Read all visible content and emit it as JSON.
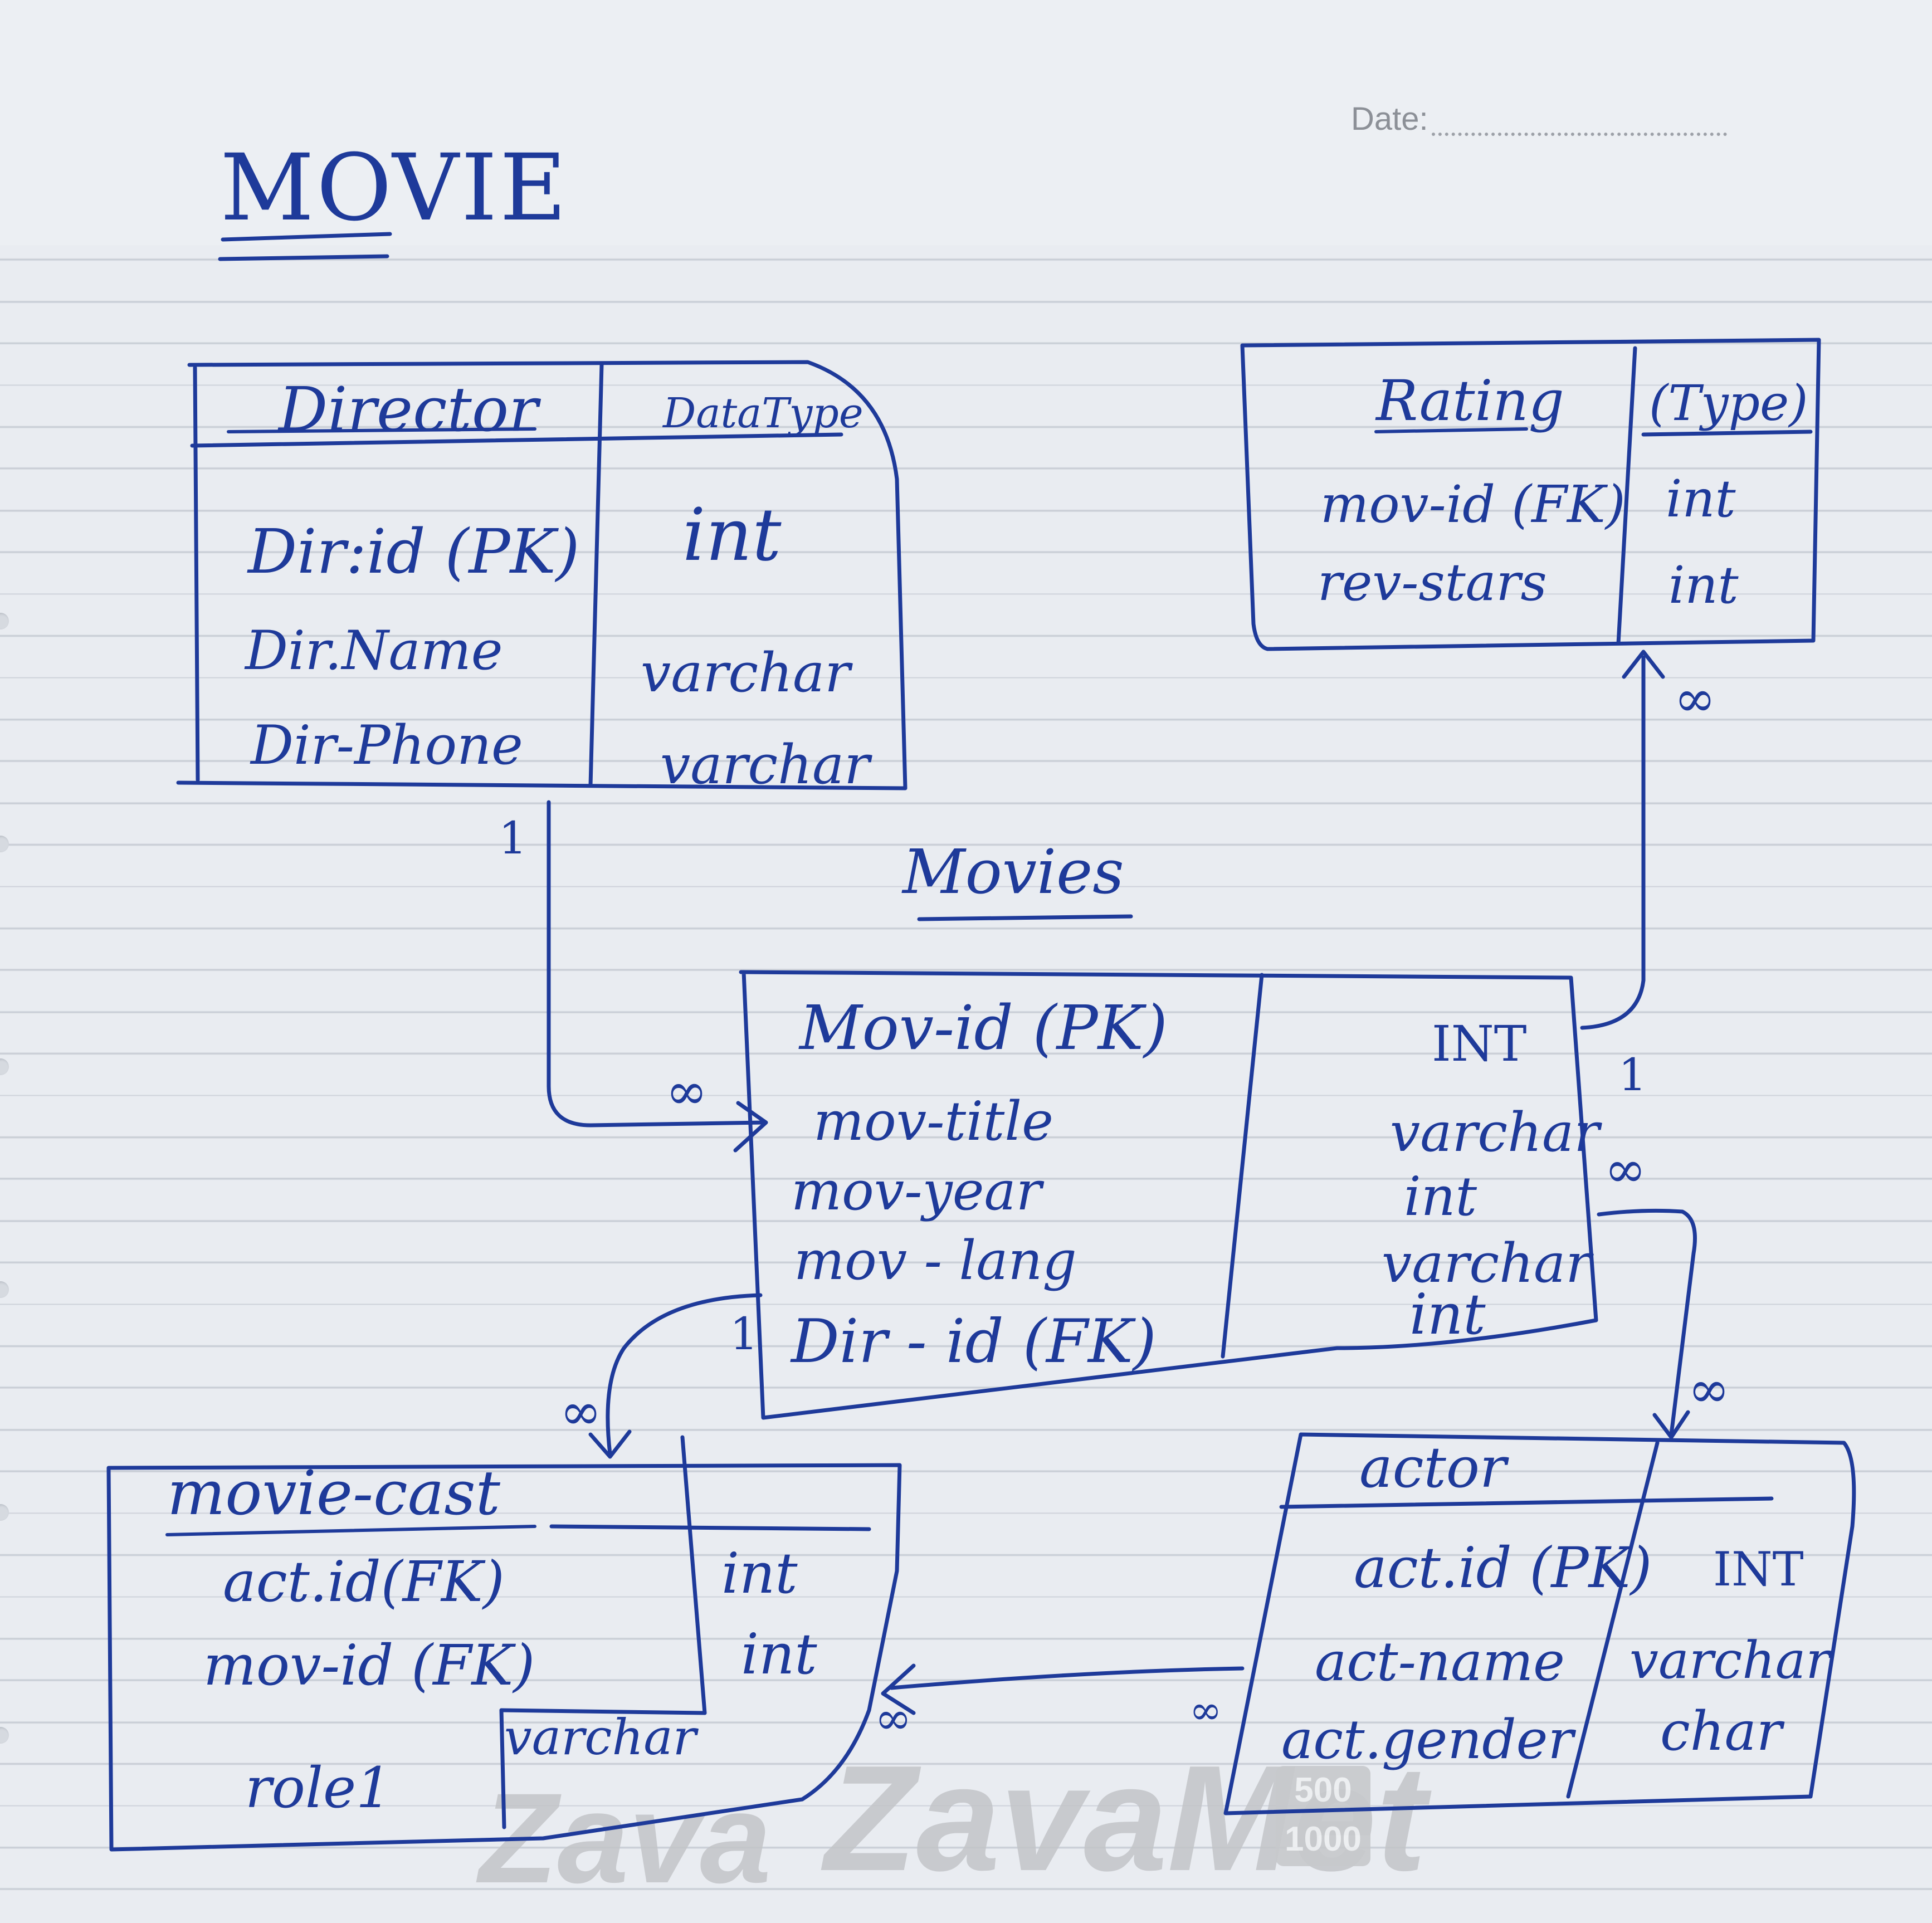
{
  "header": {
    "date_label": "Date:"
  },
  "page_title": "MOVIE",
  "director_table": {
    "title": "Director",
    "type_header": "DataType",
    "rows": [
      {
        "field": "Dir:id (PK)",
        "type": "int"
      },
      {
        "field": "Dir.Name",
        "type": "varchar"
      },
      {
        "field": "Dir-Phone",
        "type": "varchar"
      }
    ]
  },
  "rating_table": {
    "title": "Rating",
    "type_header": "(Type)",
    "rows": [
      {
        "field": "mov-id (FK)",
        "type": "int"
      },
      {
        "field": "rev-stars",
        "type": "int"
      }
    ]
  },
  "movies_table": {
    "title": "Movies",
    "rows": [
      {
        "field": "Mov-id  (PK)",
        "type": "INT"
      },
      {
        "field": "mov-title",
        "type": "varchar"
      },
      {
        "field": "mov-year",
        "type": "int"
      },
      {
        "field": "mov - lang",
        "type": "varchar"
      },
      {
        "field": "Dir - id (FK)",
        "type": "int"
      }
    ]
  },
  "movie_cast_table": {
    "title": "movie-cast",
    "rows": [
      {
        "field": "act.id(FK)",
        "type": "int"
      },
      {
        "field": "mov-id (FK)",
        "type": "int"
      },
      {
        "field": "role1",
        "type": "varchar"
      }
    ]
  },
  "actor_table": {
    "title": "actor",
    "rows": [
      {
        "field": "act.id (PK)",
        "type": "INT"
      },
      {
        "field": "act-name",
        "type": "varchar"
      },
      {
        "field": "act.gender",
        "type": "char"
      }
    ]
  },
  "relationships": {
    "director_one": "1",
    "movies_many_from_director": "∞",
    "movies_one_to_rating": "1",
    "rating_many": "∞",
    "movies_many_to_actor": "∞",
    "actor_many_from_movies": "∞",
    "movies_one_to_cast": "1",
    "cast_many_from_movies": "∞",
    "cast_many_from_actor": "∞",
    "actor_many_to_cast": "∞"
  },
  "watermark": {
    "brand_short": "Zava",
    "brand_long": "ZavaMet",
    "badge_top": "500",
    "badge_bottom": "1000"
  }
}
